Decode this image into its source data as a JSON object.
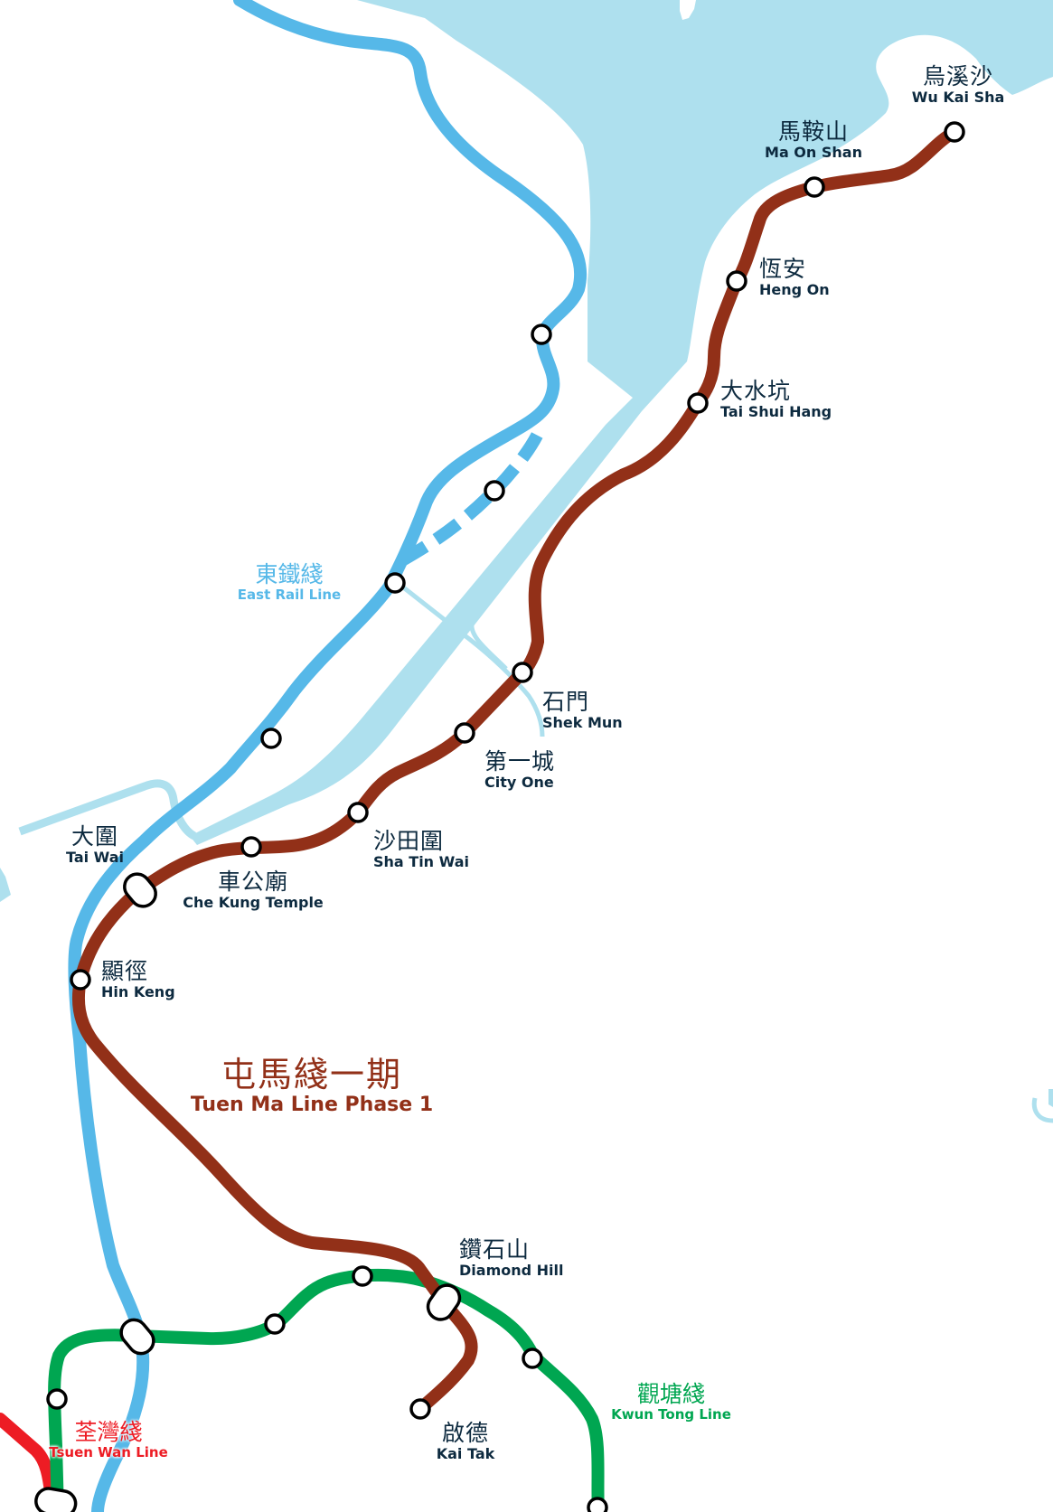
{
  "map": {
    "colors": {
      "water": "#aee0ee",
      "east_rail": "#56b8e8",
      "tuen_ma": "#923018",
      "kwun_tong": "#00a651",
      "tsuen_wan": "#ed1c24",
      "text": "#0d2a3f",
      "station_fill": "#ffffff",
      "station_stroke": "#000000"
    },
    "lines": {
      "tuen_ma": {
        "zh": "屯馬綫一期",
        "en": "Tuen Ma Line Phase 1"
      },
      "east_rail": {
        "zh": "東鐵綫",
        "en": "East Rail Line"
      },
      "kwun_tong": {
        "zh": "觀塘綫",
        "en": "Kwun Tong Line"
      },
      "tsuen_wan": {
        "zh": "荃灣綫",
        "en": "Tsuen Wan Line"
      }
    },
    "stations": [
      {
        "id": "wu_kai_sha",
        "zh": "烏溪沙",
        "en": "Wu Kai Sha"
      },
      {
        "id": "ma_on_shan",
        "zh": "馬鞍山",
        "en": "Ma On Shan"
      },
      {
        "id": "heng_on",
        "zh": "恆安",
        "en": "Heng On"
      },
      {
        "id": "tai_shui_hang",
        "zh": "大水坑",
        "en": "Tai Shui Hang"
      },
      {
        "id": "shek_mun",
        "zh": "石門",
        "en": "Shek Mun"
      },
      {
        "id": "city_one",
        "zh": "第一城",
        "en": "City One"
      },
      {
        "id": "sha_tin_wai",
        "zh": "沙田圍",
        "en": "Sha Tin Wai"
      },
      {
        "id": "che_kung_temple",
        "zh": "車公廟",
        "en": "Che Kung Temple"
      },
      {
        "id": "tai_wai",
        "zh": "大圍",
        "en": "Tai Wai"
      },
      {
        "id": "hin_keng",
        "zh": "顯徑",
        "en": "Hin Keng"
      },
      {
        "id": "diamond_hill",
        "zh": "鑽石山",
        "en": "Diamond Hill"
      },
      {
        "id": "kai_tak",
        "zh": "啟德",
        "en": "Kai Tak"
      }
    ]
  }
}
